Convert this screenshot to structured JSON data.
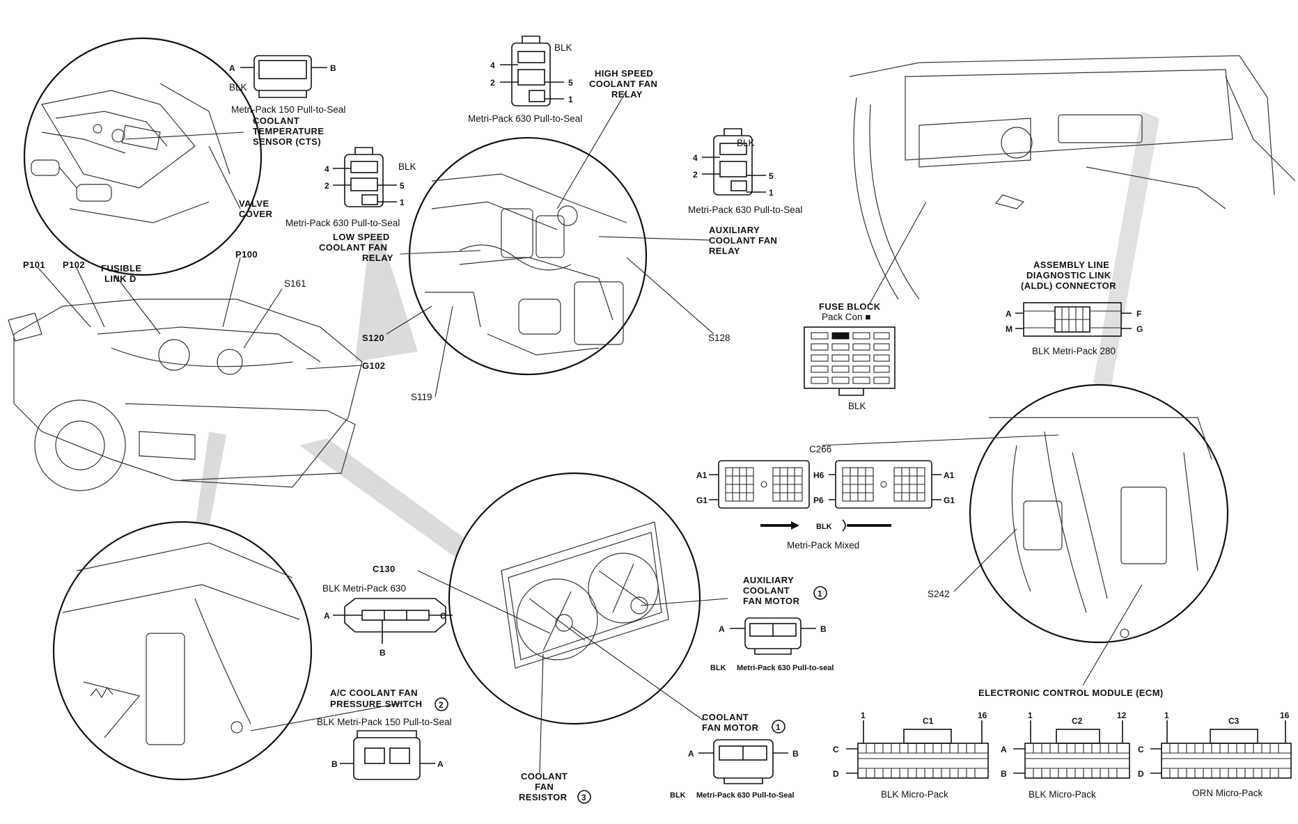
{
  "labels": {
    "conn_top_blk": "BLK",
    "conn_top_type": "Metri-Pack 150 Pull-to-Seal",
    "coolant_temp_sensor_1": "COOLANT",
    "coolant_temp_sensor_2": "TEMPERATURE",
    "coolant_temp_sensor_3": "SENSOR (CTS)",
    "valve_cover_1": "VALVE",
    "valve_cover_2": "COVER",
    "blk_630_left": "BLK",
    "metri_630_left": "Metri-Pack 630 Pull-to-Seal",
    "blk_630_top": "BLK",
    "metri_630_top": "Metri-Pack 630 Pull-to-Seal",
    "high_speed_1": "HIGH SPEED",
    "high_speed_2": "COOLANT FAN",
    "high_speed_3": "RELAY",
    "blk_630_right": "BLK",
    "metri_630_right": "Metri-Pack 630 Pull-to-Seal",
    "aux_relay_1": "AUXILIARY",
    "aux_relay_2": "COOLANT FAN",
    "aux_relay_3": "RELAY",
    "low_speed_1": "LOW SPEED",
    "low_speed_2": "COOLANT FAN",
    "low_speed_3": "RELAY",
    "p101": "P101",
    "p102": "P102",
    "fusible_1": "FUSIBLE",
    "fusible_2": "LINK D",
    "p100": "P100",
    "s161": "S161",
    "s120": "S120",
    "g102": "G102",
    "s119": "S119",
    "s128": "S128",
    "fuse_block": "FUSE BLOCK",
    "pack_con": "Pack Con ■",
    "fuse_blk": "BLK",
    "aldl_1": "ASSEMBLY LINE",
    "aldl_2": "DIAGNOSTIC LINK",
    "aldl_3": "(ALDL) CONNECTOR",
    "aldl_type": "BLK Metri-Pack 280",
    "c266": "C266",
    "metri_mixed": "Metri-Pack Mixed",
    "mixed_blk": "BLK",
    "s242": "S242",
    "c130": "C130",
    "blk_630_c130": "BLK  Metri-Pack 630",
    "aux_motor_1": "AUXILIARY",
    "aux_motor_2": "COOLANT",
    "aux_motor_3": "FAN MOTOR",
    "aux_motor_blk": "BLK",
    "aux_motor_type": "Metri-Pack 630 Pull-to-seal",
    "ac_switch_1": "A/C COOLANT FAN",
    "ac_switch_2": "PRESSURE SWITCH",
    "ac_switch_type": "BLK  Metri-Pack 150 Pull-to-Seal",
    "coolant_motor_1": "COOLANT",
    "coolant_motor_2": "FAN MOTOR",
    "coolant_motor_blk": "BLK",
    "coolant_motor_type": "Metri-Pack 630 Pull-to-Seal",
    "resistor_1": "COOLANT",
    "resistor_2": "FAN",
    "resistor_3": "RESISTOR",
    "ecm": "ELECTRONIC CONTROL MODULE (ECM)",
    "c1": "C1",
    "c2": "C2",
    "c3": "C3",
    "c1_type": "BLK  Micro-Pack",
    "c2_type": "BLK  Micro-Pack",
    "c3_type": "ORN Micro-Pack"
  },
  "badges": {
    "aux_motor": "1",
    "ac_switch": "2",
    "coolant_motor": "1",
    "resistor": "3"
  },
  "pins": {
    "A": "A",
    "B": "B",
    "C": "C",
    "D": "D",
    "F": "F",
    "G": "G",
    "M": "M",
    "p1": "1",
    "p2": "2",
    "p4": "4",
    "p5": "5",
    "A1": "A1",
    "G1": "G1",
    "H6": "H6",
    "P6": "P6",
    "n1": "1",
    "n16": "16",
    "n12": "12"
  }
}
